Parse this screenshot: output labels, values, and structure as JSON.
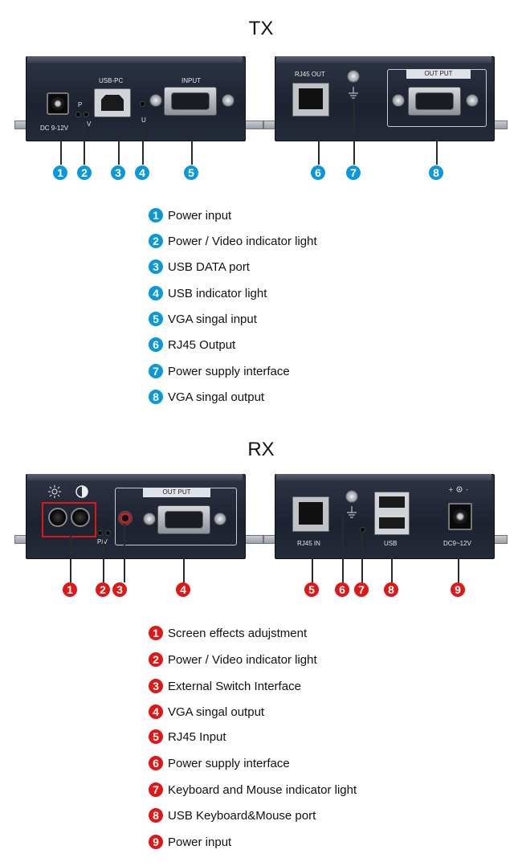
{
  "tx": {
    "title": "TX",
    "device_labels": {
      "dc": "DC 9-12V",
      "p": "P",
      "v": "V",
      "usb_pc": "USB-PC",
      "u": "U",
      "input": "INPUT",
      "rj45_out": "RJ45  OUT",
      "output": "OUT PUT"
    },
    "callouts": [
      "1",
      "2",
      "3",
      "4",
      "5",
      "6",
      "7",
      "8"
    ],
    "legend": [
      {
        "num": "1",
        "text": "Power input"
      },
      {
        "num": "2",
        "text": "Power / Video indicator light"
      },
      {
        "num": "3",
        "text": "USB DATA port"
      },
      {
        "num": "4",
        "text": "USB indicator light"
      },
      {
        "num": "5",
        "text": "VGA singal input"
      },
      {
        "num": "6",
        "text": "RJ45 Output"
      },
      {
        "num": "7",
        "text": "Power supply interface"
      },
      {
        "num": "8",
        "text": "VGA singal output"
      }
    ],
    "badge_color": "#0a98d8"
  },
  "rx": {
    "title": "RX",
    "device_labels": {
      "output": "OUT PUT",
      "pv": "P/V",
      "rj45_in": "RJ45  IN",
      "usb": "USB",
      "dc": "DC9~12V"
    },
    "callouts": [
      "1",
      "2",
      "3",
      "4",
      "5",
      "6",
      "7",
      "8",
      "9"
    ],
    "legend": [
      {
        "num": "1",
        "text": "Screen effects adujstment"
      },
      {
        "num": "2",
        "text": "Power / Video indicator light"
      },
      {
        "num": "3",
        "text": "External Switch Interface"
      },
      {
        "num": "4",
        "text": "VGA singal output"
      },
      {
        "num": "5",
        "text": "RJ45 Input"
      },
      {
        "num": "6",
        "text": "Power supply interface"
      },
      {
        "num": "7",
        "text": "Keyboard and Mouse indicator light"
      },
      {
        "num": "8",
        "text": "USB Keyboard&Mouse port"
      },
      {
        "num": "9",
        "text": "Power input"
      }
    ],
    "badge_color": "#e01717"
  },
  "icons": {
    "brightness": "sun-icon",
    "contrast": "contrast-icon",
    "ground": "ground-icon",
    "polarity": "dc-polarity-icon"
  }
}
